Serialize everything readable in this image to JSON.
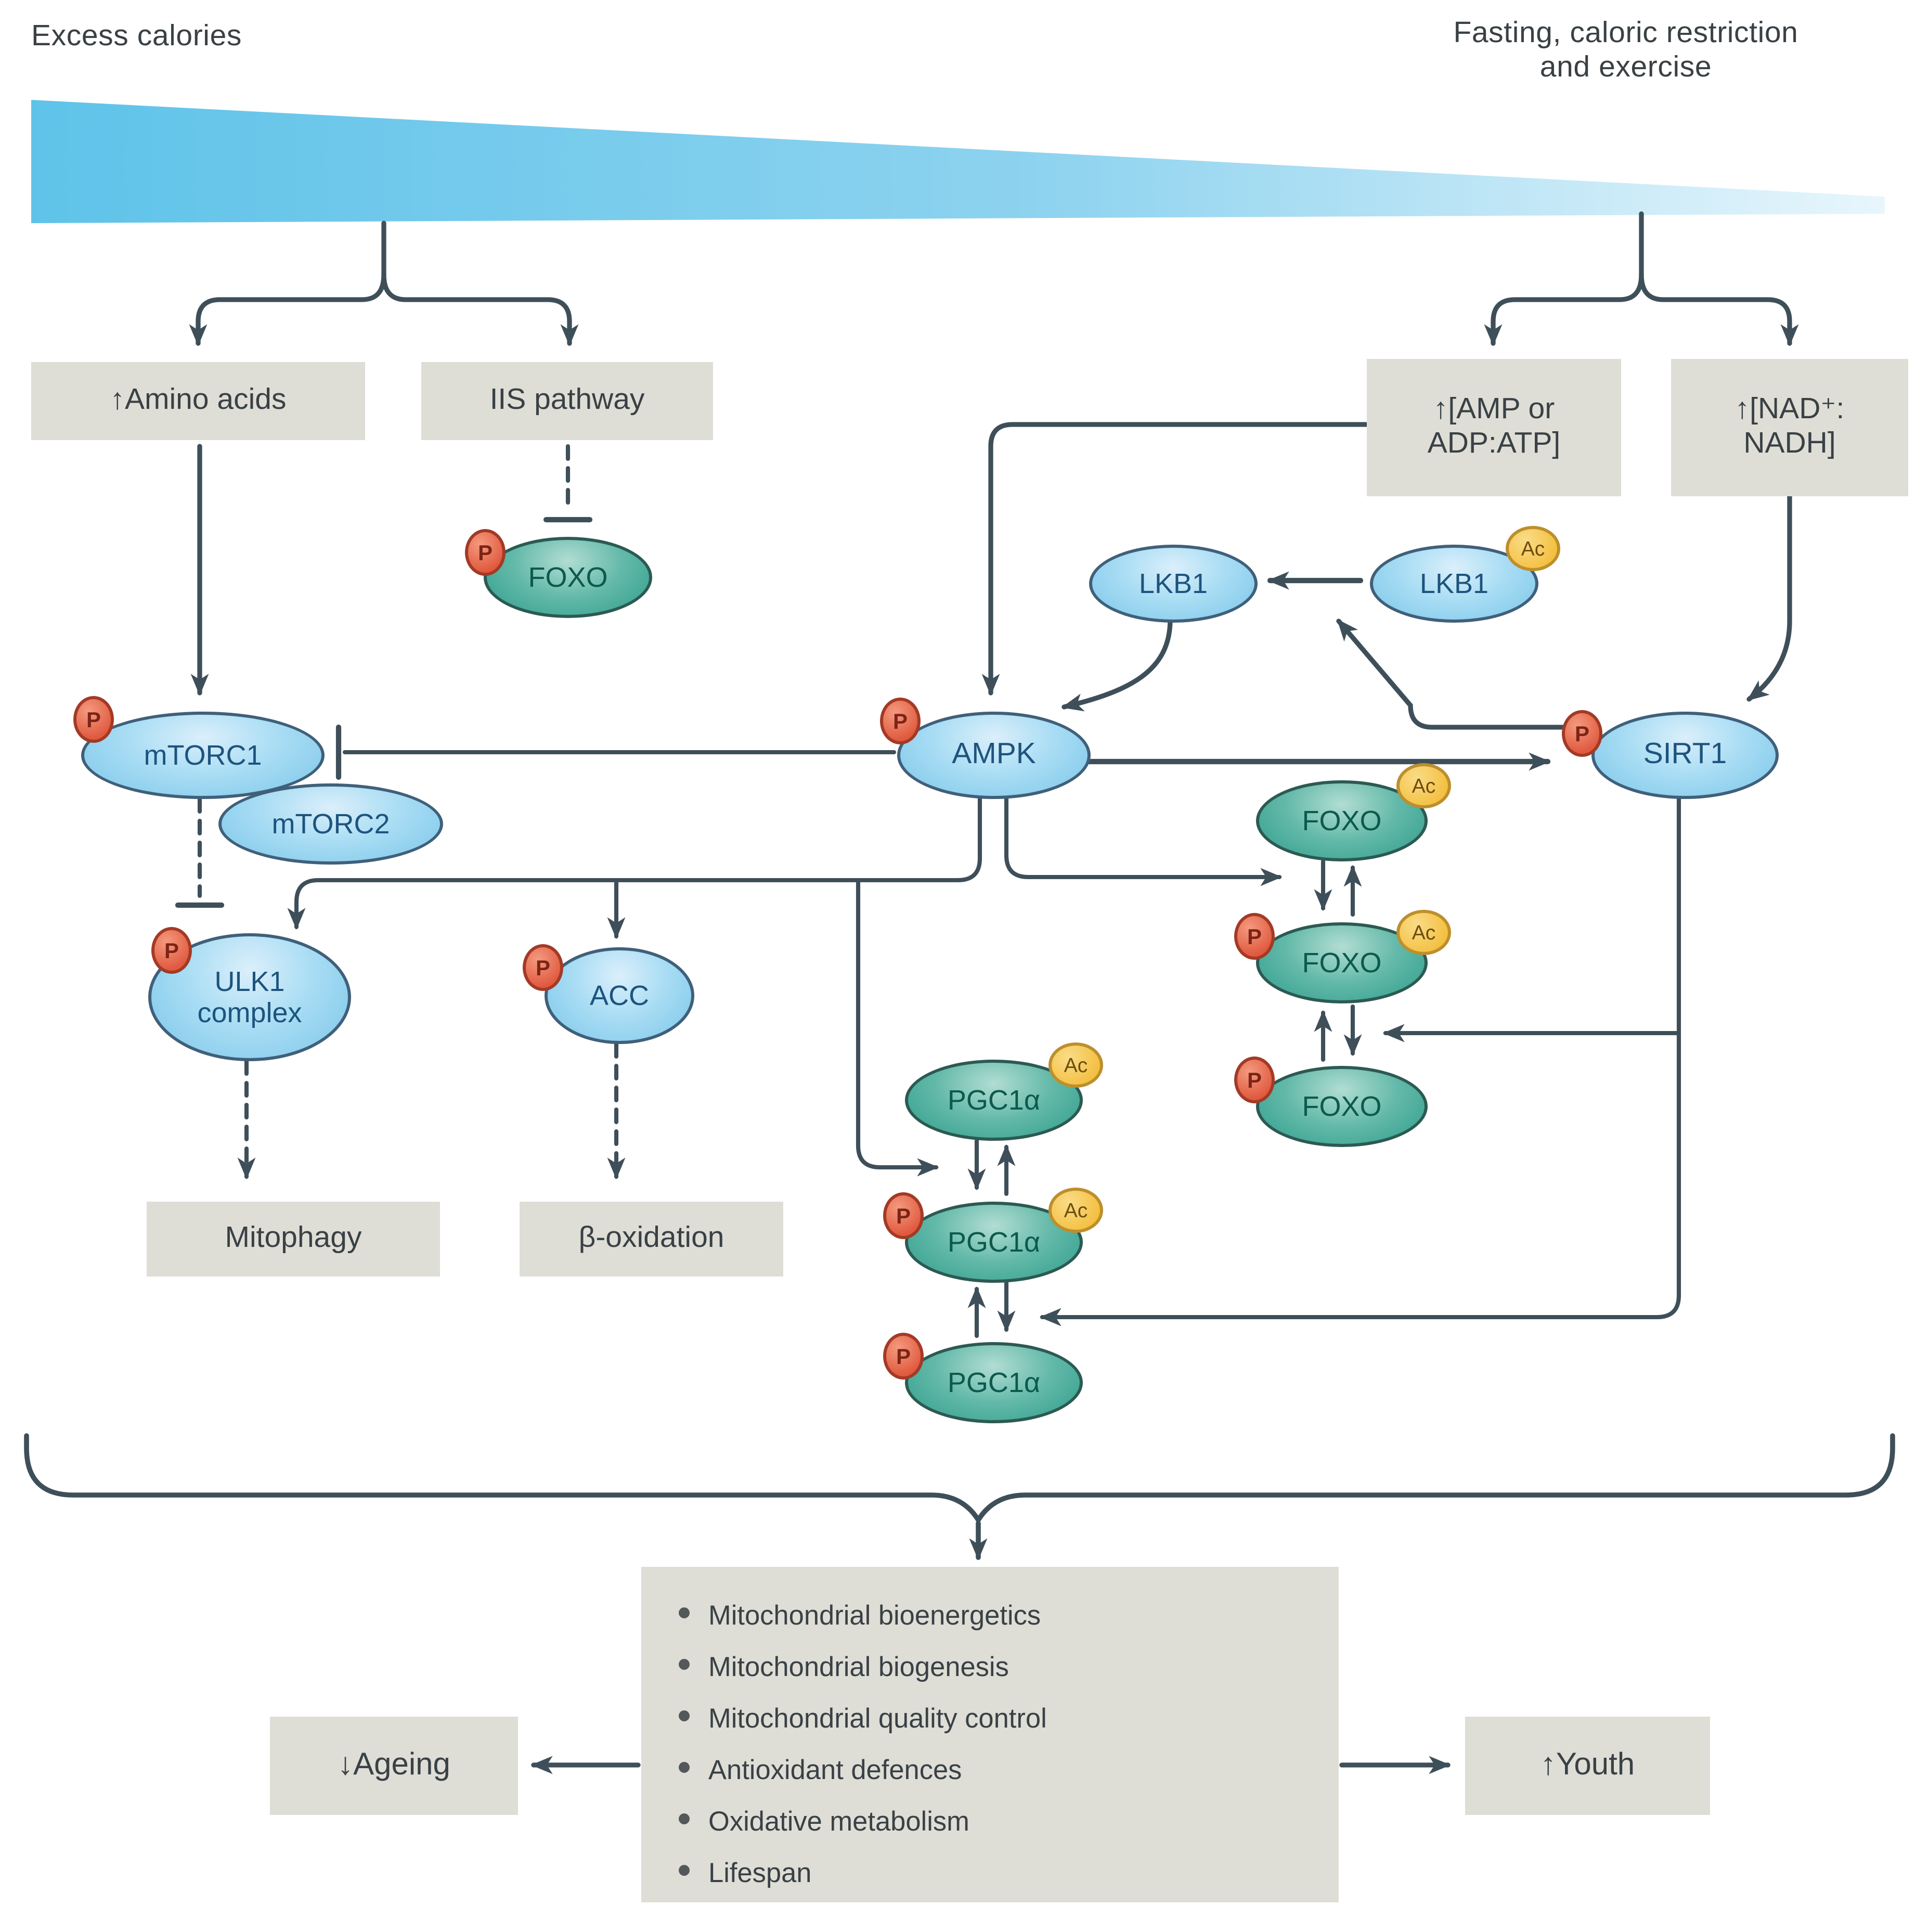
{
  "titles": {
    "left": "Excess calories",
    "right_line1": "Fasting, caloric restriction",
    "right_line2": "and exercise"
  },
  "boxes": {
    "amino": "↑Amino acids",
    "iis": "IIS pathway",
    "amp_line1": "↑[AMP or",
    "amp_line2": "ADP:ATP]",
    "nad_line1": "↑[NAD⁺:",
    "nad_line2": "NADH]",
    "mitophagy": "Mitophagy",
    "beta_oxidation": "β-oxidation",
    "ageing": "↓Ageing",
    "youth": "↑Youth"
  },
  "nodes": {
    "foxo_iis": "FOXO",
    "lkb1": "LKB1",
    "lkb1_ac": "LKB1",
    "mtorc1": "mTORC1",
    "mtorc2": "mTORC2",
    "ampk": "AMPK",
    "sirt1": "SIRT1",
    "ulk1_line1": "ULK1",
    "ulk1_line2": "complex",
    "acc": "ACC",
    "foxo_ac": "FOXO",
    "foxo_p_ac": "FOXO",
    "foxo_p": "FOXO",
    "pgc1a_ac": "PGC1α",
    "pgc1a_p_ac": "PGC1α",
    "pgc1a_p": "PGC1α"
  },
  "badges": {
    "p": "P",
    "ac": "Ac"
  },
  "outcomes": {
    "items": [
      "Mitochondrial bioenergetics",
      "Mitochondrial biogenesis",
      "Mitochondrial quality control",
      "Antioxidant defences",
      "Oxidative metabolism",
      "Lifespan"
    ]
  },
  "colors": {
    "line": "#3e4f5a",
    "box_bg": "#deded7",
    "blue_node_text": "#1d547e",
    "green_node_text": "#0c5a4d",
    "p_badge": "#e05a3f",
    "ac_badge": "#f3bf3f",
    "wedge_left": "#5fc3e9",
    "wedge_right": "#e8f6fc"
  }
}
